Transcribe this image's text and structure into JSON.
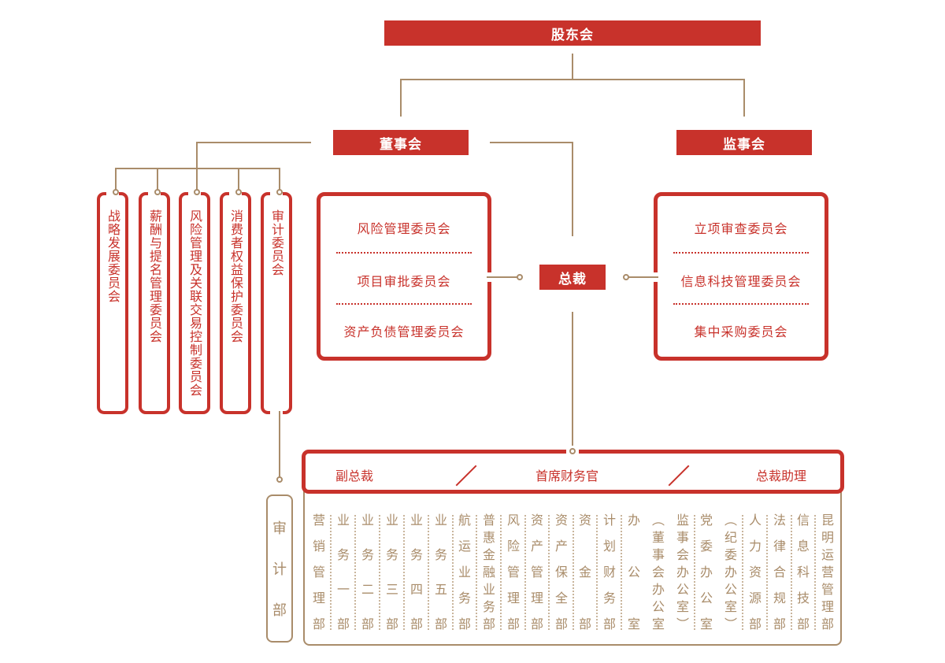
{
  "shareholders": "股东会",
  "board": "董事会",
  "supervisors": "监事会",
  "president": "总裁",
  "board_committees": [
    {
      "label": "战略发展委员会"
    },
    {
      "label": "薪酬与提名管理委员会"
    },
    {
      "label": "风险管理及关联交易控制委员会"
    },
    {
      "label": "消费者权益保护委员会"
    },
    {
      "label": "审计委员会"
    }
  ],
  "left_committees": [
    "风险管理委员会",
    "项目审批委员会",
    "资产负债管理委员会"
  ],
  "right_committees": [
    "立项审查委员会",
    "信息科技管理委员会",
    "集中采购委员会"
  ],
  "management": [
    "副总裁",
    "首席财务官",
    "总裁助理"
  ],
  "audit_dept": [
    "审",
    "计",
    "部"
  ],
  "departments": [
    {
      "chars": [
        "营",
        "销",
        "管",
        "理",
        "部"
      ]
    },
    {
      "chars": [
        "业",
        "务",
        "一",
        "部"
      ]
    },
    {
      "chars": [
        "业",
        "务",
        "二",
        "部"
      ]
    },
    {
      "chars": [
        "业",
        "务",
        "三",
        "部"
      ]
    },
    {
      "chars": [
        "业",
        "务",
        "四",
        "部"
      ]
    },
    {
      "chars": [
        "业",
        "务",
        "五",
        "部"
      ]
    },
    {
      "chars": [
        "航",
        "运",
        "业",
        "务",
        "部"
      ]
    },
    {
      "chars": [
        "普",
        "惠",
        "金",
        "融",
        "业",
        "务",
        "部"
      ]
    },
    {
      "chars": [
        "风",
        "险",
        "管",
        "理",
        "部"
      ]
    },
    {
      "chars": [
        "资",
        "产",
        "管",
        "理",
        "部"
      ]
    },
    {
      "chars": [
        "资",
        "产",
        "保",
        "全",
        "部"
      ]
    },
    {
      "chars": [
        "资",
        "金",
        "部"
      ]
    },
    {
      "chars": [
        "计",
        "划",
        "财",
        "务",
        "部"
      ]
    },
    {
      "chars": [
        "办",
        "公",
        "室"
      ]
    },
    {
      "chars": [
        "︵",
        "董",
        "事",
        "会",
        "办",
        "公",
        "室"
      ]
    },
    {
      "chars": [
        "监",
        "事",
        "会",
        "办",
        "公",
        "室",
        "︶"
      ]
    },
    {
      "chars": [
        "党",
        "委",
        "办",
        "公",
        "室"
      ]
    },
    {
      "chars": [
        "︵",
        "纪",
        "委",
        "办",
        "公",
        "室",
        "︶"
      ]
    },
    {
      "chars": [
        "人",
        "力",
        "资",
        "源",
        "部"
      ]
    },
    {
      "chars": [
        "法",
        "律",
        "合",
        "规",
        "部"
      ]
    },
    {
      "chars": [
        "信",
        "息",
        "科",
        "技",
        "部"
      ]
    },
    {
      "chars": [
        "昆",
        "明",
        "运",
        "营",
        "管",
        "理",
        "部"
      ]
    }
  ],
  "colors": {
    "primary": "#c8322b",
    "line": "#a98c6a"
  }
}
